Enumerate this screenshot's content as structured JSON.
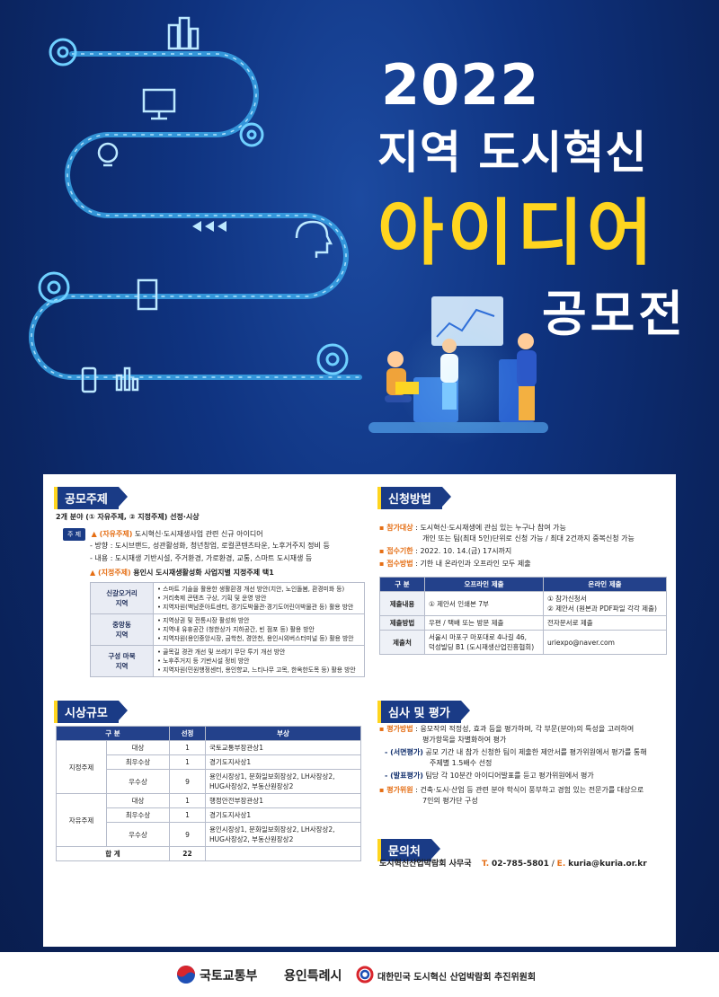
{
  "title": {
    "year": "2022",
    "line2": "지역 도시혁신",
    "line3": "아이디어",
    "line4": "공모전"
  },
  "colors": {
    "background": "#0c2a66",
    "accent_yellow": "#ffd51f",
    "section_navy": "#1a3b86",
    "highlight_orange": "#e56e14"
  },
  "theme_section": {
    "title": "공모주제",
    "intro": "2개 분야 (① 자유주제, ② 지정주제) 선정·시상",
    "tag": "주 제",
    "free_prefix": "▲ (자유주제)",
    "free_rest": "도시혁신·도시재생사업 관련 신규 아이디어",
    "free_bullets": [
      "- 방향 : 도시브랜드, 성관활성화, 청년창업, 로컬콘텐츠타운, 노후거주지 정비 등",
      "- 내용 : 도시재생 기반시설, 주거환경, 가로환경, 교통, 스마트 도시재생 등"
    ],
    "designated_prefix": "▲ (지정주제)",
    "designated_rest": "용인시 도시재생활성화 사업지별 지정주제 택1",
    "regions": [
      {
        "name": "신갈오거리\n지역",
        "items": [
          "• 스마트 기술을 활용한 생활환경 개선 방안(치안, 노인돌봄, 환경미화 등)",
          "• 거리축제 콘텐츠 구상, 기획 및 운영 방안",
          "• 지역자원(백남준아트센터, 경기도박물관·경기도어린이박물관 등) 활용 방안"
        ]
      },
      {
        "name": "중앙동\n지역",
        "items": [
          "• 지역상권 및 전통시장 활성화 방안",
          "• 지역내 유휴공간 (청한상가 지하공간, 빈 점포 등) 활용 방안",
          "• 지역자원(용인중앙시장, 금학천, 경안천, 용인시외버스터미널 등) 활용 방안"
        ]
      },
      {
        "name": "구성 마북\n지역",
        "items": [
          "• 골목길 경관 개선 및 쓰레기 무단 투기 개선 방안",
          "• 노후주거지 등 기반시설 정비 방안",
          "• 지역자원(민원행정센터, 용인향교, 느티나무 고목, 한옥한도목 등) 활용 방안"
        ]
      }
    ]
  },
  "prize_section": {
    "title": "시상규모",
    "headers": [
      "구 분",
      "선정",
      "부상"
    ],
    "groups": [
      {
        "name": "지정주제",
        "rows": [
          {
            "grade": "대상",
            "count": "1",
            "prize": "국토교통부장관상1"
          },
          {
            "grade": "최우수상",
            "count": "1",
            "prize": "경기도지사상1"
          },
          {
            "grade": "우수상",
            "count": "9",
            "prize": "용인시장상1, 문화일보회장상2, LH사장상2,\nHUG사장상2, 부동산원장상2"
          }
        ]
      },
      {
        "name": "자유주제",
        "rows": [
          {
            "grade": "대상",
            "count": "1",
            "prize": "행정안전부장관상1"
          },
          {
            "grade": "최우수상",
            "count": "1",
            "prize": "경기도지사상1"
          },
          {
            "grade": "우수상",
            "count": "9",
            "prize": "용인시장상1, 문화일보회장상2, LH사장상2,\nHUG사장상2, 부동산원장상2"
          }
        ]
      }
    ],
    "total_label": "합 계",
    "total_count": "22"
  },
  "apply_section": {
    "title": "신청방법",
    "target_label": "▪ 참가대상",
    "target_text": ": 도시혁신·도시재생에 관심 있는 누구나 참여 가능",
    "target_text2": "개인 또는 팀(최대 5인)단위로 신청 가능 / 최대 2건까지 중복신청 가능",
    "deadline_label": "▪ 접수기한",
    "deadline_text": ": 2022. 10. 14.(금) 17시까지",
    "method_label": "▪ 접수방법",
    "method_text": ": 기한 내 온라인과 오프라인 모두 제출",
    "table_headers": [
      "구 분",
      "오프라인 제출",
      "온라인 제출"
    ],
    "table_rows": [
      {
        "label": "제출내용",
        "offline": "① 제안서 인쇄본 7부",
        "online": "① 참가신청서\n② 제안서 (원본과 PDF파일 각각 제출)"
      },
      {
        "label": "제출방법",
        "offline": "우편 / 택배 또는 방문 제출",
        "online": "전자문서로 제출"
      },
      {
        "label": "제출처",
        "offline": "서울시 마포구 마포대로 4나길 46,\n덕성빌딩 B1 (도시재생산업진흥협회)",
        "online": "uriexpo@naver.com"
      }
    ]
  },
  "review_section": {
    "title": "심사 및 평가",
    "method_label": "▪ 평가방법",
    "method_text": ": 응모작의 적정성, 효과 등을 평가하며, 각 부문(분야)의 특성을 고려하여",
    "method_text2": "평가항목을 차별화하여 평가",
    "doc_label": "- (서면평가)",
    "doc_text": "공모 기간 내 참가 신청한 팀이 제출한 제안서를 평가위원에서 평가를 통해",
    "doc_text2": "주제별 1.5배수 선정",
    "pres_label": "- (발표평가)",
    "pres_text": "팀당 각 10분간 아이디어발표를 듣고 평가위원에서 평가",
    "committee_label": "▪ 평가위원",
    "committee_text": ": 건축·도시·산업 등 관련 분야 학식이 풍부하고 경험 있는 전문가를 대상으로",
    "committee_text2": "7인의 평가단 구성"
  },
  "contact_section": {
    "title": "문의처",
    "org": "도시혁신산업박람회 사무국",
    "phone_label": "T.",
    "phone": "02-785-5801",
    "sep": "/",
    "email_label": "E.",
    "email": "kuria@kuria.or.kr"
  },
  "footer": {
    "logo1": "국토교통부",
    "logo2": "용인특례시",
    "logo3": "대한민국 도시혁신 산업박람회 추진위원회"
  }
}
